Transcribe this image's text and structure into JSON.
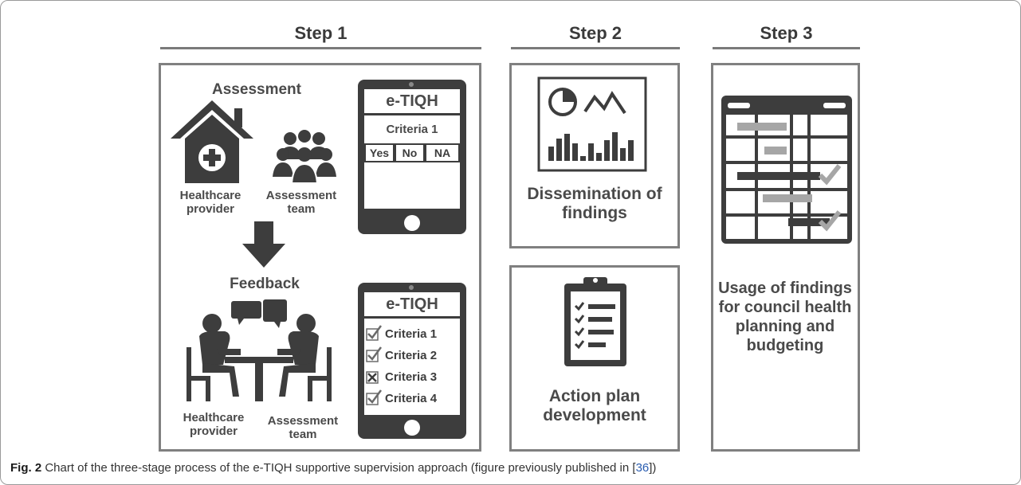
{
  "steps": [
    "Step 1",
    "Step 2",
    "Step 3"
  ],
  "step1": {
    "assessment_title": "Assessment",
    "healthcare_provider": "Healthcare provider",
    "assessment_team": "Assessment team",
    "feedback_title": "Feedback",
    "tablet_app": "e-TIQH",
    "criteria_single": "Criteria 1",
    "options": [
      "Yes",
      "No",
      "NA"
    ],
    "criteria_list": [
      "Criteria 1",
      "Criteria 2",
      "Criteria 3",
      "Criteria 4"
    ],
    "criteria_marks": [
      "check",
      "check",
      "cross",
      "check"
    ]
  },
  "step2": {
    "dissemination": "Dissemination of findings",
    "action_plan": "Action plan development"
  },
  "step3": {
    "usage": "Usage of findings for council health planning and budgeting"
  },
  "caption": {
    "label": "Fig. 2",
    "text_before": " Chart of the three-stage process of the e-TIQH supportive supervision approach (figure previously published in [",
    "ref": "36",
    "text_after": "])"
  },
  "colors": {
    "icon": "#3d3d3d",
    "panel_border": "#808080",
    "bar_gray": "#a6a6a6",
    "text": "#4a4a4a"
  }
}
